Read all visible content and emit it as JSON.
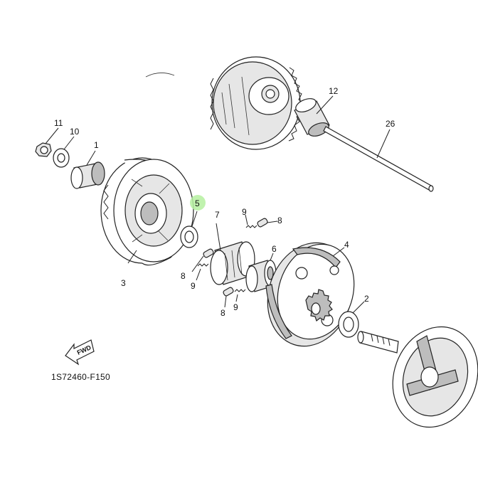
{
  "diagram": {
    "part_code": "1S72460-F150",
    "direction_label": "FWD",
    "highlight_color": "#b5f0a0",
    "callouts": {
      "c1": "1",
      "c2": "2",
      "c3": "3",
      "c4": "4",
      "c5": "5",
      "c6": "6",
      "c7": "7",
      "c8a": "8",
      "c8b": "8",
      "c8c": "8",
      "c9a": "9",
      "c9b": "9",
      "c9c": "9",
      "c10": "10",
      "c11": "11",
      "c12": "12",
      "c26": "26"
    }
  }
}
